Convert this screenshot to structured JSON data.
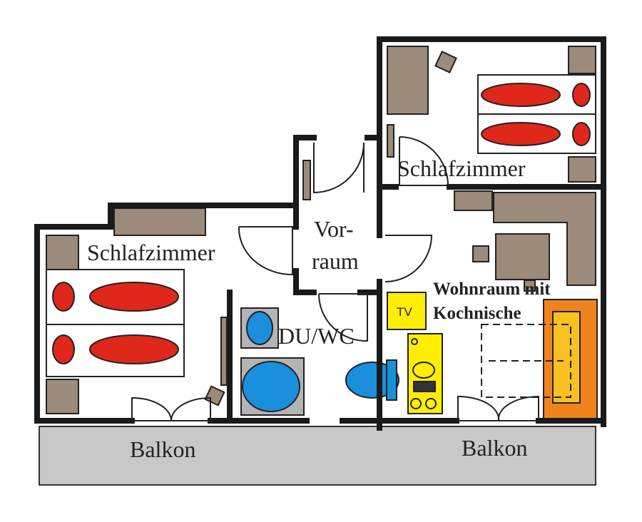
{
  "rooms": {
    "bedroom_left": "Schlafzimmer",
    "bedroom_right": "Schlafzimmer",
    "hall_line1": "Vor-",
    "hall_line2": "raum",
    "bathroom": "DU/WC",
    "living_line1": "Wohnraum mit",
    "living_line2": "Kochnische",
    "balcony_left": "Balkon",
    "balcony_right": "Balkon"
  },
  "furniture": {
    "tv": "TV"
  },
  "colors": {
    "wall": "#1a1a1a",
    "furniture": "#9c8a7a",
    "bed_pillow": "#e0271c",
    "sanitary": "#1a8fdc",
    "sanitary_base": "#b4b4b4",
    "kitchen": "#ffee00",
    "sofa": "#f0821e",
    "sofa_inner": "#f8c020",
    "balcony": "#c8c8c8"
  }
}
